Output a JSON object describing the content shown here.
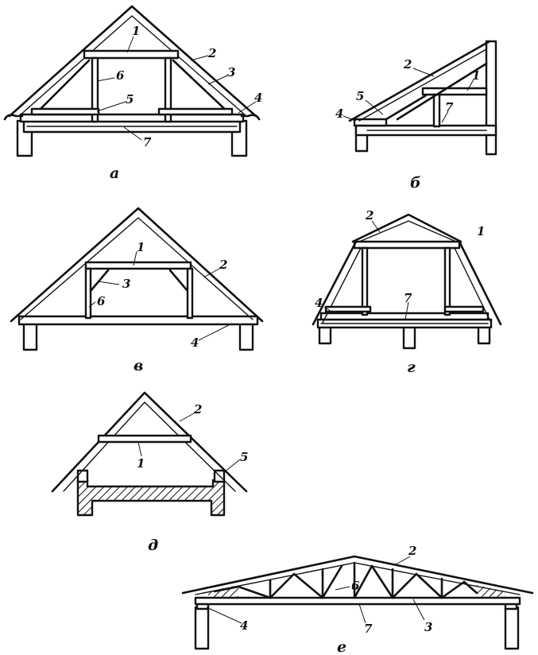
{
  "panels": [
    {
      "id": "a",
      "caption": "а",
      "labels": [
        "1",
        "2",
        "3",
        "4",
        "5",
        "6",
        "7"
      ]
    },
    {
      "id": "b",
      "caption": "б",
      "labels": [
        "1",
        "2",
        "4",
        "5",
        "7"
      ]
    },
    {
      "id": "v",
      "caption": "в",
      "labels": [
        "1",
        "2",
        "3",
        "4",
        "6"
      ]
    },
    {
      "id": "g",
      "caption": "г",
      "labels": [
        "2",
        "4",
        "7",
        "1"
      ]
    },
    {
      "id": "d",
      "caption": "д",
      "labels": [
        "1",
        "2",
        "5"
      ]
    },
    {
      "id": "e",
      "caption": "е",
      "labels": [
        "2",
        "3",
        "4",
        "6",
        "7"
      ]
    }
  ]
}
